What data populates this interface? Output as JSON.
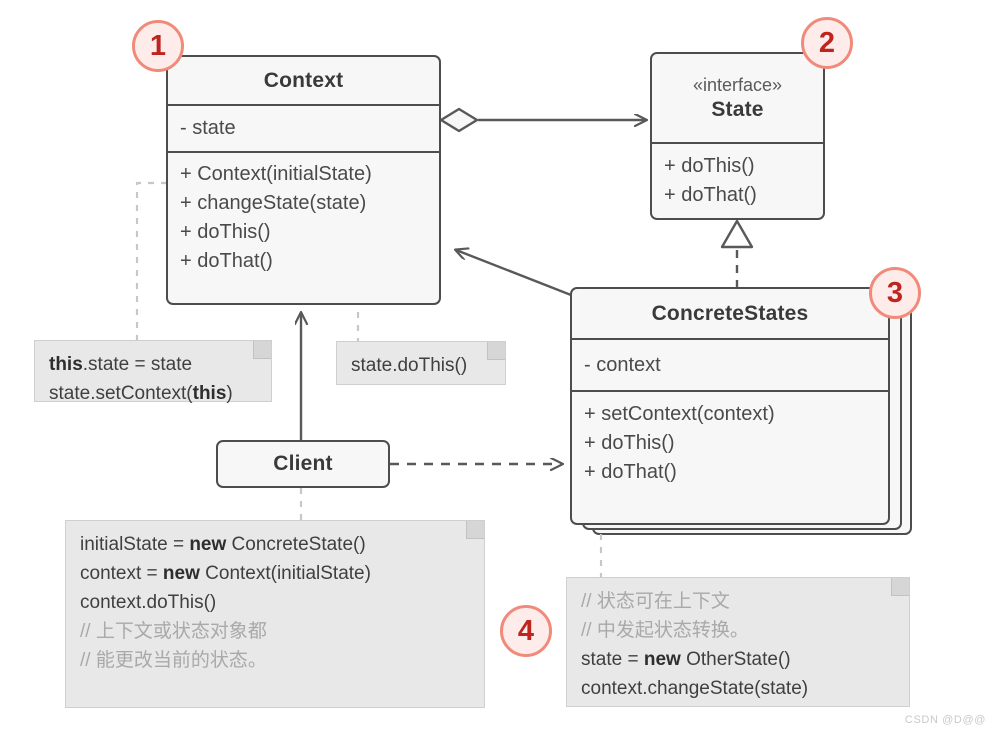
{
  "diagram": {
    "title": "State design pattern UML class diagram",
    "colors": {
      "box_fill": "#f7f7f7",
      "box_stroke": "#4d4d4d",
      "note_fill": "#e8e8e8",
      "note_stroke": "#cfcfcf",
      "badge_fill": "#fdecea",
      "badge_stroke": "#f08a7a",
      "badge_text": "#c0241f",
      "line": "#595959",
      "comment_text": "#a9a9a9"
    }
  },
  "classes": {
    "context": {
      "name": "Context",
      "fields": [
        "- state"
      ],
      "methods": [
        "+ Context(initialState)",
        "+ changeState(state)",
        "+ doThis()",
        "+ doThat()"
      ]
    },
    "state": {
      "stereotype": "«interface»",
      "name": "State",
      "methods": [
        "+ doThis()",
        "+ doThat()"
      ]
    },
    "concrete_states": {
      "name": "ConcreteStates",
      "fields": [
        "- context"
      ],
      "methods": [
        "+ setContext(context)",
        "+ doThis()",
        "+ doThat()"
      ]
    },
    "client": {
      "name": "Client"
    }
  },
  "notes": {
    "context_constructor": {
      "lines": [
        [
          {
            "t": "this",
            "b": true
          },
          {
            "t": ".state = state",
            "b": false
          }
        ],
        [
          {
            "t": "state.setContext(",
            "b": false
          },
          {
            "t": "this",
            "b": true
          },
          {
            "t": ")",
            "b": false
          }
        ]
      ]
    },
    "do_this": {
      "lines": [
        [
          {
            "t": "state.doThis()",
            "b": false
          }
        ]
      ]
    },
    "client_code": {
      "lines": [
        [
          {
            "t": "initialState = ",
            "b": false
          },
          {
            "t": "new",
            "b": true
          },
          {
            "t": " ConcreteState()",
            "b": false
          }
        ],
        [
          {
            "t": "context = ",
            "b": false
          },
          {
            "t": "new",
            "b": true
          },
          {
            "t": " Context(initialState)",
            "b": false
          }
        ],
        [
          {
            "t": "context.doThis()",
            "b": false
          }
        ],
        [
          {
            "t": "// 上下文或状态对象都",
            "b": false,
            "c": true
          }
        ],
        [
          {
            "t": "// 能更改当前的状态。",
            "b": false,
            "c": true
          }
        ]
      ]
    },
    "concrete_state_code": {
      "lines": [
        [
          {
            "t": "// 状态可在上下文",
            "b": false,
            "c": true
          }
        ],
        [
          {
            "t": "// 中发起状态转换。",
            "b": false,
            "c": true
          }
        ],
        [
          {
            "t": "state = ",
            "b": false
          },
          {
            "t": "new",
            "b": true
          },
          {
            "t": " OtherState()",
            "b": false
          }
        ],
        [
          {
            "t": "context.changeState(state)",
            "b": false
          }
        ]
      ]
    }
  },
  "badges": [
    {
      "label": "1"
    },
    {
      "label": "2"
    },
    {
      "label": "3"
    },
    {
      "label": "4"
    }
  ],
  "relations": [
    {
      "from": "Context",
      "to": "State",
      "type": "aggregation-directed"
    },
    {
      "from": "ConcreteStates",
      "to": "State",
      "type": "realization"
    },
    {
      "from": "ConcreteStates",
      "to": "Context",
      "type": "association-directed"
    },
    {
      "from": "Client",
      "to": "Context",
      "type": "association-directed"
    },
    {
      "from": "Client",
      "to": "ConcreteStates",
      "type": "dependency"
    }
  ],
  "watermark": "CSDN @D@@"
}
